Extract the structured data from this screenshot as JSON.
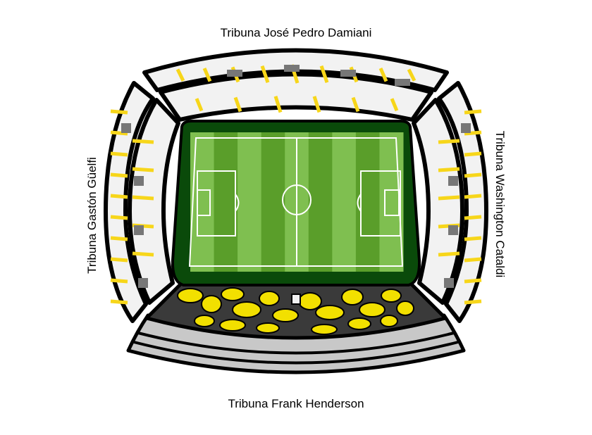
{
  "stands": {
    "north": "Tribuna José Pedro Damiani",
    "south": "Tribuna Frank Henderson",
    "west": "Tribuna Gastón Güelfi",
    "east": "Tribuna Washington Cataldi"
  },
  "colors": {
    "outline": "#000000",
    "seat_fill": "#f2f2f2",
    "aisle_yellow": "#f7d61a",
    "vomitory_gray": "#777777",
    "pitch_border": "#0a4a0a",
    "pitch_light": "#7fbf50",
    "pitch_dark": "#5a9e2a",
    "pitch_lines": "#ffffff",
    "south_lower_dark": "#3a3a3a",
    "south_lower_yellow": "#f2e000",
    "south_upper": "#c8c8c8"
  }
}
